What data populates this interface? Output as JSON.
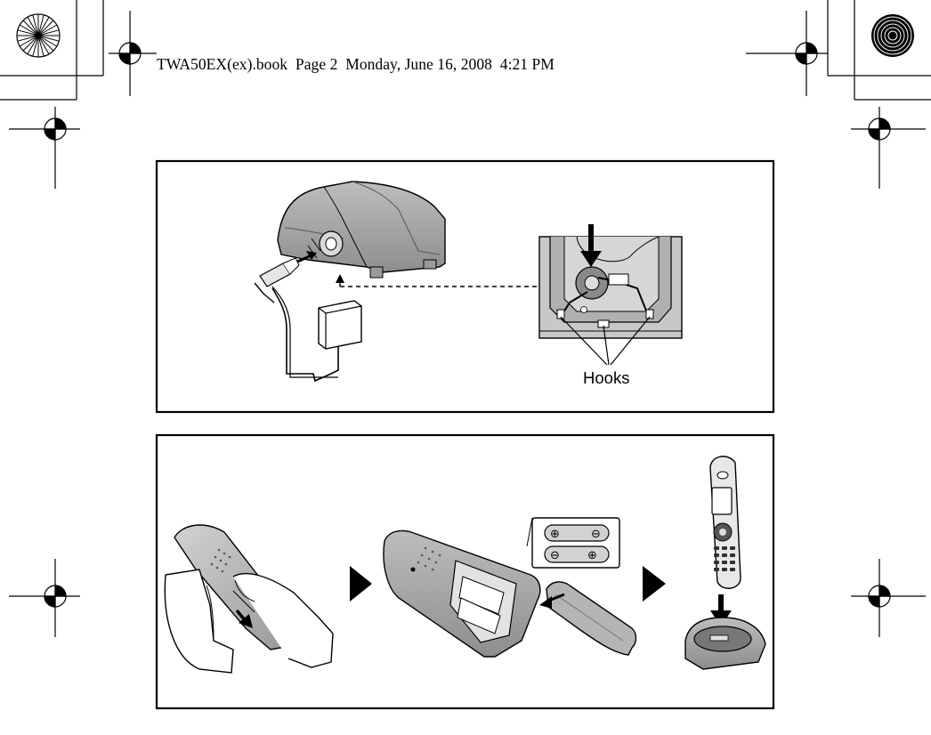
{
  "header": {
    "text": "TWA50EX(ex).book  Page 2  Monday, June 16, 2008  4:21 PM"
  },
  "figure_top": {
    "callout_label": "Hooks"
  },
  "figure_bottom": {
    "step_arrows": [
      "step-arrow-1",
      "step-arrow-2"
    ]
  },
  "battery_inset": {
    "plus_symbol": "⊕",
    "minus_symbol": "⊖"
  },
  "colors": {
    "ink": "#000000",
    "gray_light": "#c8c8c8",
    "gray_mid": "#a5a5a5",
    "gray_dark": "#6e6e6e"
  }
}
